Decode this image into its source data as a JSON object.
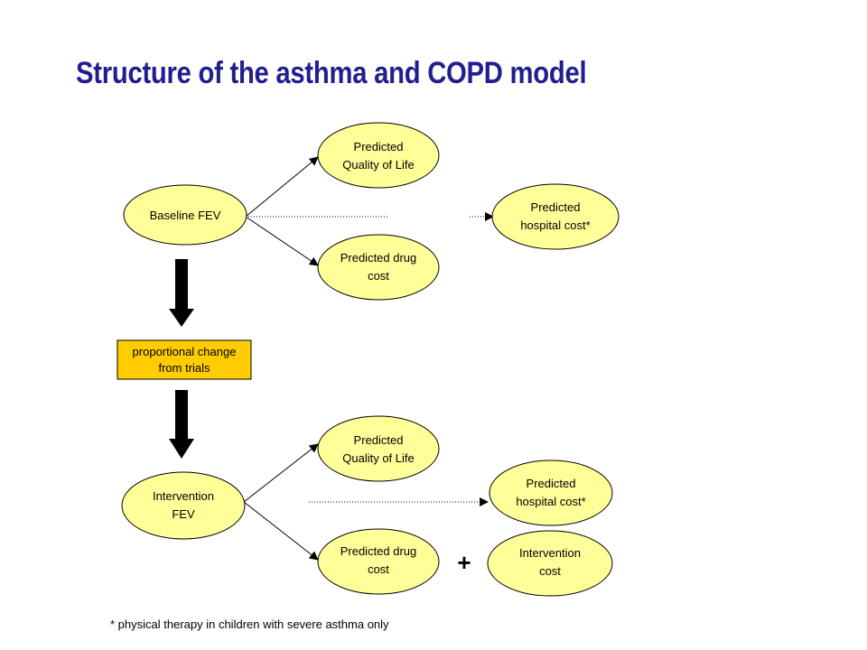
{
  "title": "Structure of the asthma and COPD model",
  "nodes": {
    "baseline_fev": [
      "Baseline FEV"
    ],
    "qol_top": [
      "Predicted",
      "Quality of Life"
    ],
    "drug_top": [
      "Predicted drug",
      "cost"
    ],
    "hosp_top": [
      "Predicted",
      "hospital cost*"
    ],
    "proportional_change": [
      "proportional change",
      "from trials"
    ],
    "intervention_fev": [
      "Intervention",
      "FEV"
    ],
    "qol_bottom": [
      "Predicted",
      "Quality of Life"
    ],
    "drug_bottom": [
      "Predicted drug",
      "cost"
    ],
    "hosp_bottom": [
      "Predicted",
      "hospital cost*"
    ],
    "intervention_cost": [
      "Intervention",
      "cost"
    ]
  },
  "plus_symbol": "+",
  "footnote": "* physical therapy in children with severe asthma only",
  "colors": {
    "title": "#1f1f8f",
    "ellipse_fill": "#ffff99",
    "box_fill": "#ffcc00",
    "stroke": "#000000"
  }
}
